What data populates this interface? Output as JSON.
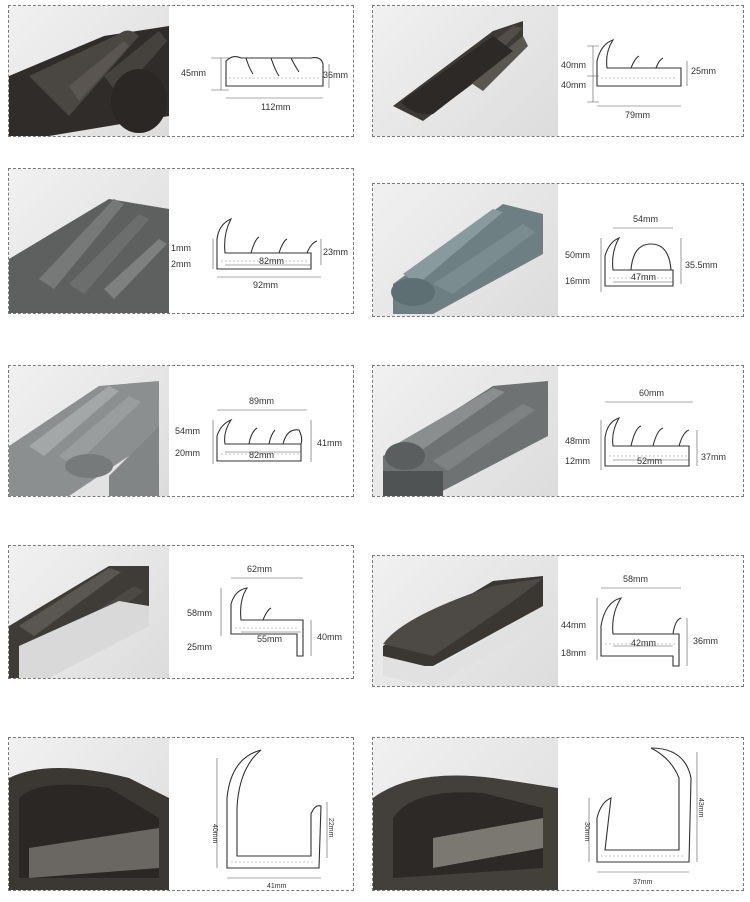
{
  "seals": [
    {
      "dims": [
        "45mm",
        "112mm",
        "36mm"
      ]
    },
    {
      "dims": [
        "40mm",
        "40mm",
        "79mm",
        "25mm"
      ]
    },
    {
      "dims": [
        "1mm",
        "2mm",
        "82mm",
        "92mm",
        "23mm"
      ]
    },
    {
      "dims": [
        "54mm",
        "50mm",
        "16mm",
        "47mm",
        "35.5mm"
      ]
    },
    {
      "dims": [
        "89mm",
        "54mm",
        "20mm",
        "82mm",
        "41mm"
      ]
    },
    {
      "dims": [
        "60mm",
        "48mm",
        "12mm",
        "52mm",
        "37mm"
      ]
    },
    {
      "dims": [
        "62mm",
        "58mm",
        "25mm",
        "55mm",
        "40mm"
      ]
    },
    {
      "dims": [
        "58mm",
        "44mm",
        "18mm",
        "42mm",
        "36mm"
      ]
    },
    {
      "dims": [
        "40mm",
        "22mm",
        "41mm"
      ]
    },
    {
      "dims": [
        "30mm",
        "43mm",
        "37mm"
      ]
    }
  ],
  "colors": {
    "rubber_dark": "#3d3a36",
    "rubber_grey": "#8c8f90",
    "rubber_teal": "#6e7f83",
    "rubber_light": "#a7aaab"
  }
}
